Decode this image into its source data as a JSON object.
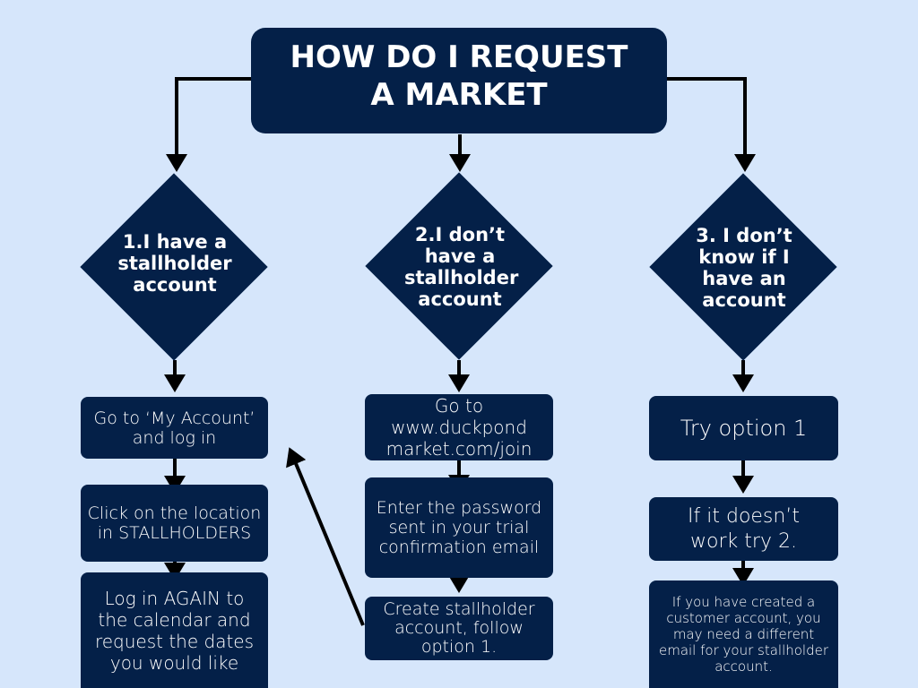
{
  "title": "HOW DO I REQUEST A MARKET",
  "options": [
    {
      "label": "1.I have a stallholder account",
      "steps": [
        "Go to ‘My Account’ and log in",
        "Click on the location in STALLHOLDERS",
        "Log in AGAIN to the calendar and request the dates you would like"
      ]
    },
    {
      "label": "2.I don’t have a stallholder account",
      "steps": [
        "Go to www.duckpond market.com/join",
        "Enter the password sent in your trial confirmation email",
        "Create stallholder account, follow option 1."
      ]
    },
    {
      "label": "3. I don’t know if I have an account",
      "steps": [
        "Try option 1",
        "If it doesn’t work try 2.",
        "If you have created a customer account, you may need a different email for your stallholder account."
      ]
    }
  ],
  "colors": {
    "background": "#d6e6fb",
    "box": "#042048",
    "text": "#ffffff",
    "arrow": "#000000"
  }
}
